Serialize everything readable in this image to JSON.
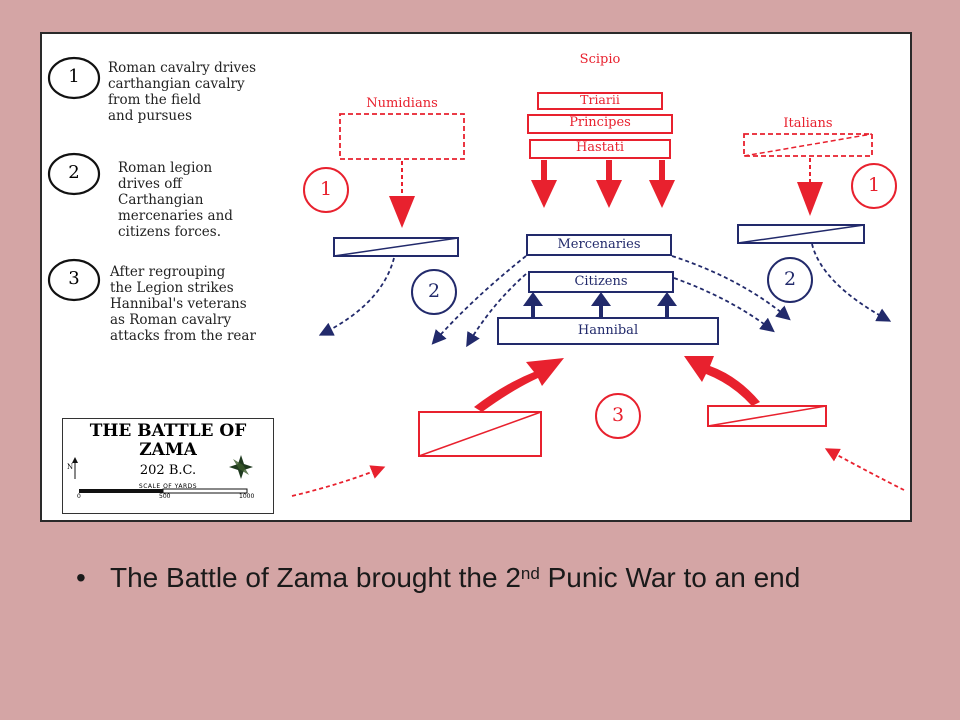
{
  "legend": {
    "item1": {
      "num": "1",
      "text": "Roman cavalry drives\ncarthangian cavalry\nfrom the field\nand pursues"
    },
    "item2": {
      "num": "2",
      "text": "Roman legion\ndrives off\nCarthangian\nmercenaries and\ncitizens forces."
    },
    "item3": {
      "num": "3",
      "text": "After regrouping\nthe Legion strikes\nHannibal's veterans\nas Roman cavalry\nattacks from the rear"
    }
  },
  "units": {
    "scipio": "Scipio",
    "triarii": "Triarii",
    "principes": "Principes",
    "hastati": "Hastati",
    "numidians": "Numidians",
    "italians": "Italians",
    "mercenaries": "Mercenaries",
    "citizens": "Citizens",
    "hannibal": "Hannibal"
  },
  "markers": {
    "left1": "1",
    "right1": "1",
    "left2": "2",
    "right2": "2",
    "center3": "3"
  },
  "title_box": {
    "title": "THE BATTLE OF\nZAMA",
    "date": "202 B.C.",
    "scale_label": "SCALE OF YARDS",
    "scale_0": "0",
    "scale_500": "500",
    "scale_1000": "1000",
    "north": "N"
  },
  "caption": {
    "bullet": "•",
    "before_sup": "The Battle of Zama brought the 2",
    "sup": "nd",
    "after_sup": " Punic War to an end"
  },
  "colors": {
    "roman_red": "#e8212e",
    "carthage_navy": "#222a6b",
    "slide_bg": "#d4a5a5"
  }
}
